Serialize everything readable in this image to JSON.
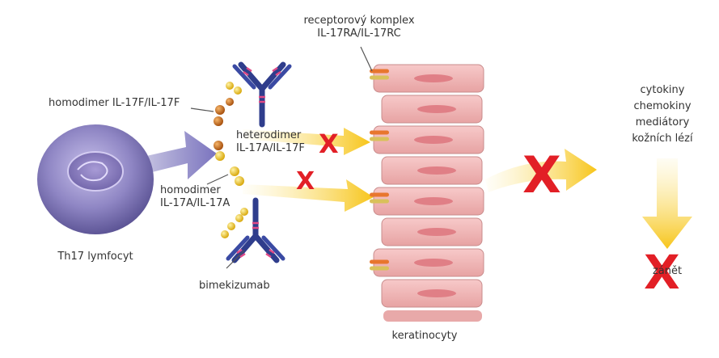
{
  "labels": {
    "receptor_line1": "receptorový komplex",
    "receptor_line2": "IL-17RA/IL-17RC",
    "homodimer_f": "homodimer IL-17F/IL-17F",
    "heterodimer_line1": "heterodimer",
    "heterodimer_line2": "IL-17A/IL-17F",
    "homodimer_a_line1": "homodimer",
    "homodimer_a_line2": "IL-17A/IL-17A",
    "th17": "Th17 lymfocyt",
    "bimekizumab": "bimekizumab",
    "keratinocytes": "keratinocyty",
    "cytokines": "cytokiny",
    "chemokines": "chemokiny",
    "mediators": "mediátory",
    "lesions": "kožních lézí",
    "inflammation": "zánět"
  },
  "symbols": {
    "block": "X"
  },
  "colors": {
    "cell": "#8f86c4",
    "cell_arrow": "#7b74bf",
    "keratinocyte": "#f2b3b3",
    "keratinocyte_border": "#c88c8c",
    "nucleus": "#e07f86",
    "yellow_arrow": "#f7c51a",
    "antibody": "#2f3d8c",
    "il17a_ball": "#f0cf3a",
    "il17f_ball": "#cf7420",
    "receptor_orange": "#e8762e",
    "receptor_yellow": "#d9c15a",
    "block_x": "#e21f26"
  }
}
